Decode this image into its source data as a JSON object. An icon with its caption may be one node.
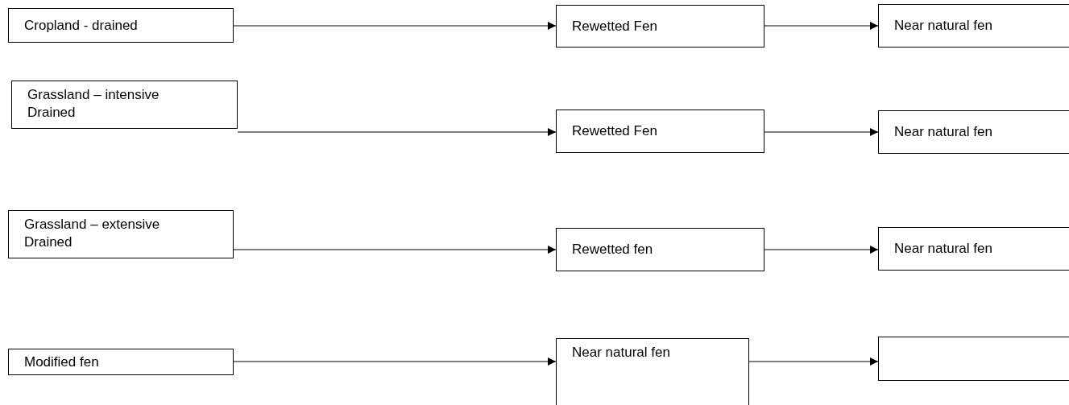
{
  "diagram": {
    "nodes": [
      {
        "text": [
          "Cropland - drained"
        ]
      },
      {
        "text": [
          "Rewetted Fen"
        ]
      },
      {
        "text": [
          "Near natural fen"
        ]
      },
      {
        "text": [
          "Grassland – intensive Drained"
        ]
      },
      {
        "text": [
          "Rewetted Fen"
        ]
      },
      {
        "text": [
          "Near natural fen"
        ]
      },
      {
        "text": [
          "Grassland – extensive Drained"
        ]
      },
      {
        "text": [
          "Rewetted fen"
        ]
      },
      {
        "text": [
          "Near natural fen"
        ]
      },
      {
        "text": [
          "Modified fen"
        ]
      },
      {
        "text": [
          "Near natural fen"
        ]
      },
      {
        "text": [],
        "shape": "box"
      }
    ],
    "edges": [
      {
        "from": 0,
        "to": 1,
        "arrow": "to"
      },
      {
        "from": 1,
        "to": 2,
        "arrow": "to"
      },
      {
        "from": 3,
        "to": 4,
        "arrow": "to"
      },
      {
        "from": 4,
        "to": 5,
        "arrow": "to"
      },
      {
        "from": 6,
        "to": 7,
        "arrow": "to"
      },
      {
        "from": 7,
        "to": 8,
        "arrow": "to"
      },
      {
        "from": 9,
        "to": 10,
        "arrow": "to"
      },
      {
        "from": 10,
        "to": 11,
        "arrow": "to"
      }
    ]
  }
}
